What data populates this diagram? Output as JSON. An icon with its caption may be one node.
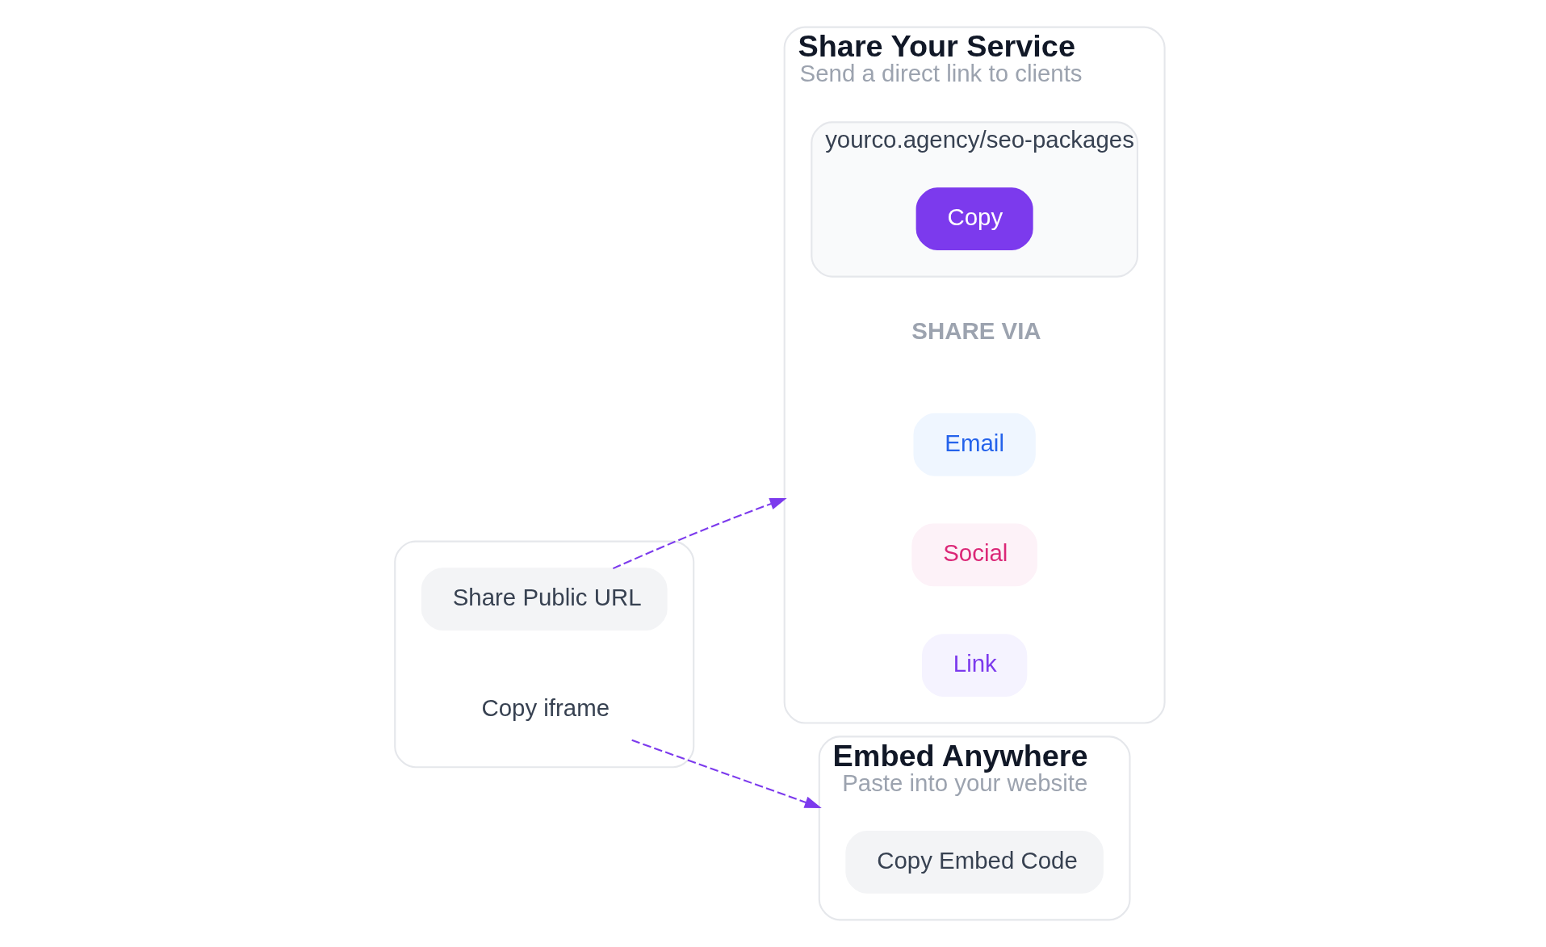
{
  "diagram": {
    "nodes": [
      {
        "text": [],
        "shape": "box"
      },
      {
        "text": [
          "Share Public URL"
        ],
        "in": 0
      },
      {
        "text": [
          "Copy iframe"
        ],
        "in": 0
      },
      {
        "text": [
          "Share Your Service",
          "Send a direct link to clients"
        ]
      },
      {
        "text": [
          "yourco.agency/seo-packages"
        ],
        "in": 3
      },
      {
        "text": [
          "Copy"
        ],
        "in": 4
      },
      {
        "text": [
          "Email"
        ],
        "in": 3
      },
      {
        "text": [
          "Social"
        ],
        "in": 3
      },
      {
        "text": [
          "Link"
        ],
        "in": 3
      },
      {
        "text": [
          "Embed Anywhere",
          "Paste into your website"
        ]
      },
      {
        "text": [
          "Copy Embed Code"
        ],
        "in": 9
      }
    ],
    "edges": [
      {
        "from": 1,
        "to": 3,
        "arrow": "to",
        "style": "dashed"
      },
      {
        "from": 2,
        "to": 9,
        "arrow": "to",
        "style": "dashed"
      }
    ],
    "labels": [
      "SHARE VIA"
    ]
  }
}
